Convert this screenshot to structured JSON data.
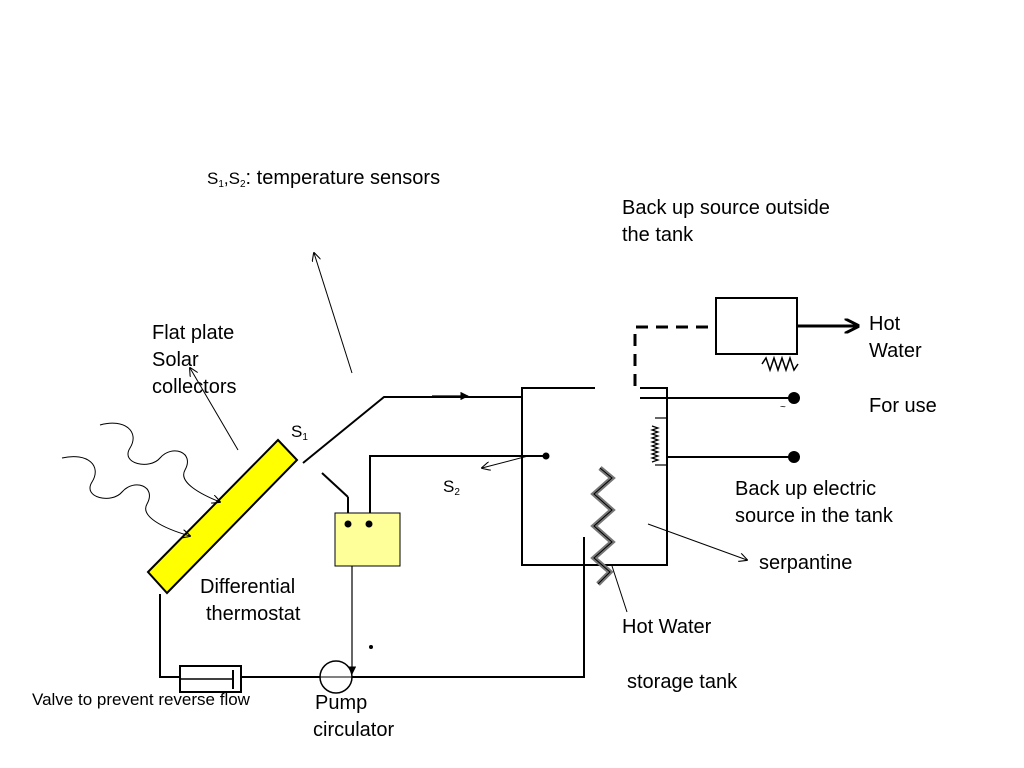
{
  "labels": {
    "sensors_key": {
      "s1": "S",
      "s1_sub": "1",
      "comma": ",",
      "s2": "S",
      "s2_sub": "2",
      "rest": ": temperature sensors"
    },
    "backup_outside_l1": "Back up source outside",
    "backup_outside_l2": "the tank",
    "hot_water_top_l1": "Hot",
    "hot_water_top_l2": "Water",
    "for_use": "For use",
    "collectors_l1": "Flat plate",
    "collectors_l2": "Solar",
    "collectors_l3": "collectors",
    "s1_tag": {
      "letter": "S",
      "sub": "1"
    },
    "s2_tag": {
      "letter": "S",
      "sub": "2"
    },
    "backup_electric_l1": "Back up electric",
    "backup_electric_l2": "source in the tank",
    "serpantine": "serpantine",
    "differential_l1": "Differential",
    "differential_l2": "thermostat",
    "hot_water_bottom": "Hot Water",
    "storage_tank": "storage tank",
    "valve": "Valve to prevent reverse flow",
    "pump_l1": "Pump",
    "pump_l2": "circulator",
    "tilde": "~"
  },
  "colors": {
    "collector_fill": "#ffff00",
    "thermostat_fill": "#ffff99",
    "line": "#000000"
  }
}
